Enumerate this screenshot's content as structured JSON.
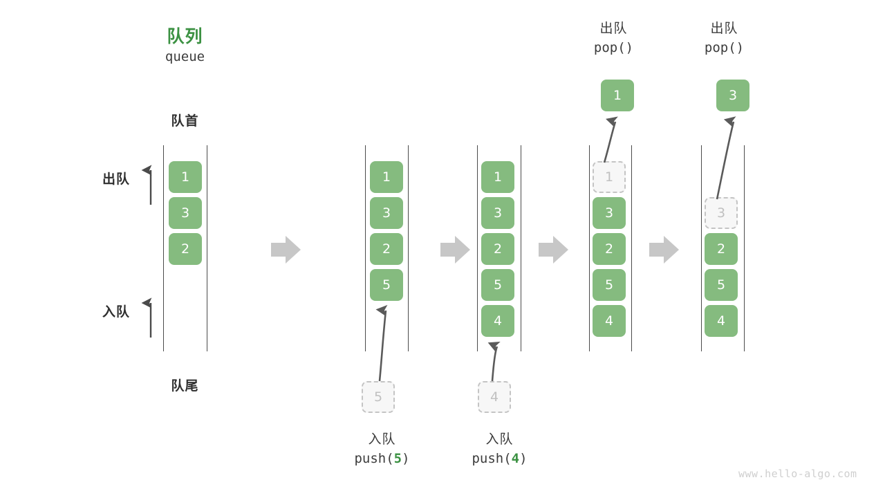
{
  "diagram": {
    "title_cn": "队列",
    "title_en": "queue",
    "front_label": "队首",
    "rear_label": "队尾",
    "dequeue_side_label": "出队",
    "enqueue_side_label": "入队",
    "watermark": "www.hello-algo.com",
    "colors": {
      "node_green": "#85bb7f",
      "title_green": "#3b9142",
      "ghost_border": "#c4c4c4",
      "ghost_fill": "#f7f7f7",
      "ghost_text": "#c0c0c0",
      "rail": "#4a4a4a",
      "arrow_gray": "#c7c7c7",
      "curve_arrow": "#5a5a5a",
      "text": "#3c3c3c",
      "watermark": "#cfcfcf"
    }
  },
  "steps": [
    {
      "id": "initial",
      "nodes": [
        "1",
        "3",
        "2"
      ],
      "ghost_head": null,
      "ghost_incoming": null,
      "popped": null,
      "op_cn": null,
      "op_code": null
    },
    {
      "id": "push-5",
      "nodes": [
        "1",
        "3",
        "2",
        "5"
      ],
      "ghost_head": null,
      "ghost_incoming": "5",
      "popped": null,
      "op_cn": "入队",
      "op_code_prefix": "push(",
      "op_code_arg": "5",
      "op_code_suffix": ")"
    },
    {
      "id": "push-4",
      "nodes": [
        "1",
        "3",
        "2",
        "5",
        "4"
      ],
      "ghost_head": null,
      "ghost_incoming": "4",
      "popped": null,
      "op_cn": "入队",
      "op_code_prefix": "push(",
      "op_code_arg": "4",
      "op_code_suffix": ")"
    },
    {
      "id": "pop-1",
      "nodes": [
        "3",
        "2",
        "5",
        "4"
      ],
      "ghost_head": "1",
      "ghost_incoming": null,
      "popped": "1",
      "op_cn": "出队",
      "op_code_prefix": "pop(",
      "op_code_arg": "",
      "op_code_suffix": ")"
    },
    {
      "id": "pop-3",
      "nodes": [
        "2",
        "5",
        "4"
      ],
      "ghost_head": "3",
      "ghost_incoming": null,
      "popped": "3",
      "op_cn": "出队",
      "op_code_prefix": "pop(",
      "op_code_arg": "",
      "op_code_suffix": ")"
    }
  ],
  "transitions": [
    {
      "id": "t1",
      "glyph": "right-arrow"
    },
    {
      "id": "t2",
      "glyph": "right-arrow"
    },
    {
      "id": "t3",
      "glyph": "right-arrow"
    },
    {
      "id": "t4",
      "glyph": "right-arrow"
    }
  ]
}
